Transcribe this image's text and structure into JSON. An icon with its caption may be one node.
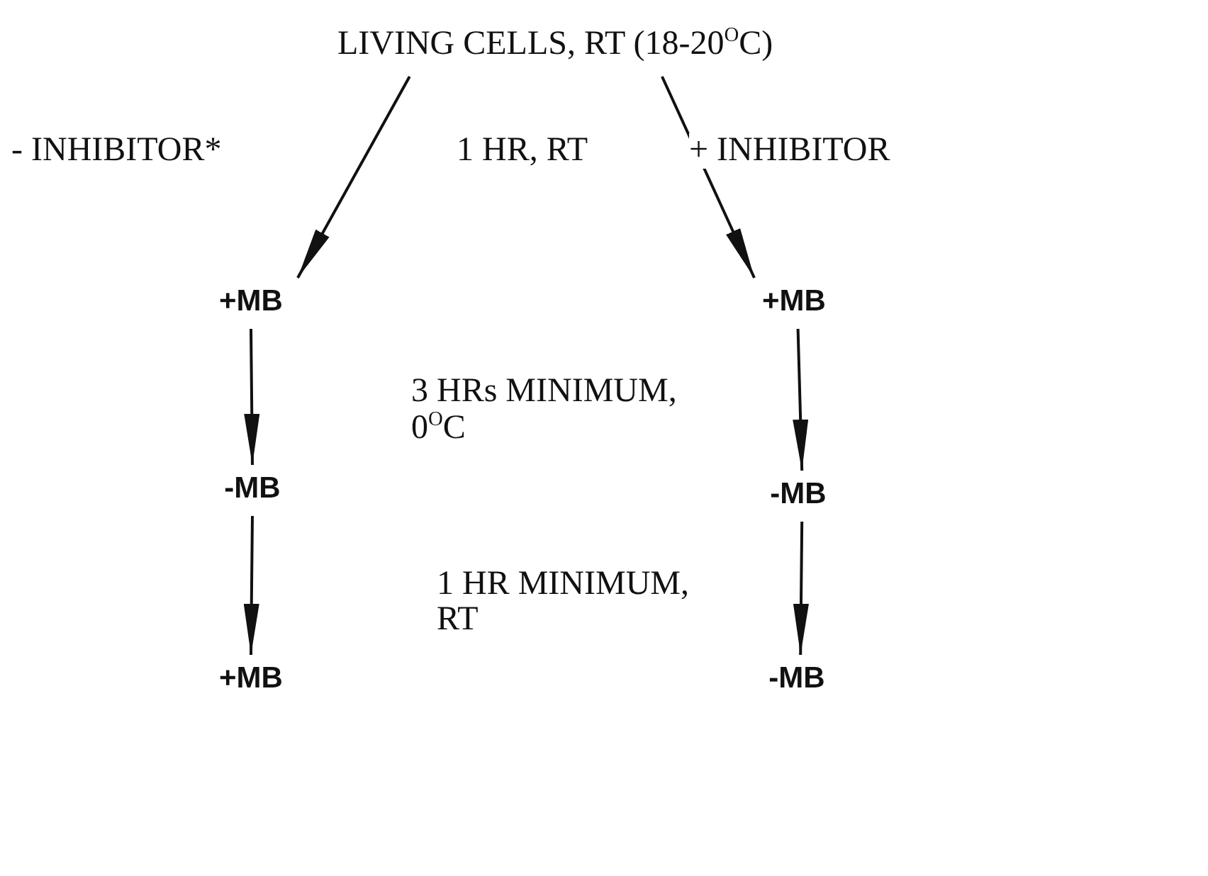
{
  "diagram": {
    "nodes": [
      {
        "text": [
          "LIVING CELLS, RT (18-20$^{O}$C)"
        ]
      },
      {
        "text": [
          "+MB"
        ]
      },
      {
        "text": [
          "+MB"
        ]
      },
      {
        "text": [
          "-MB"
        ]
      },
      {
        "text": [
          "-MB"
        ]
      },
      {
        "text": [
          "+MB"
        ]
      },
      {
        "text": [
          "-MB"
        ]
      }
    ],
    "edges": [
      {
        "from": 0,
        "to": 1,
        "arrow": "to",
        "label": "- INHIBITOR*"
      },
      {
        "from": 0,
        "to": 2,
        "arrow": "to",
        "label": "+ INHIBITOR"
      },
      {
        "from": 1,
        "to": 3,
        "arrow": "to"
      },
      {
        "from": 2,
        "to": 4,
        "arrow": "to"
      },
      {
        "from": 3,
        "to": 5,
        "arrow": "to"
      },
      {
        "from": 4,
        "to": 6,
        "arrow": "to"
      }
    ],
    "labels": [
      "1 HR, RT",
      "3 HRs MINIMUM, 0$^{O}$C",
      "1 HR MINIMUM, RT"
    ]
  }
}
